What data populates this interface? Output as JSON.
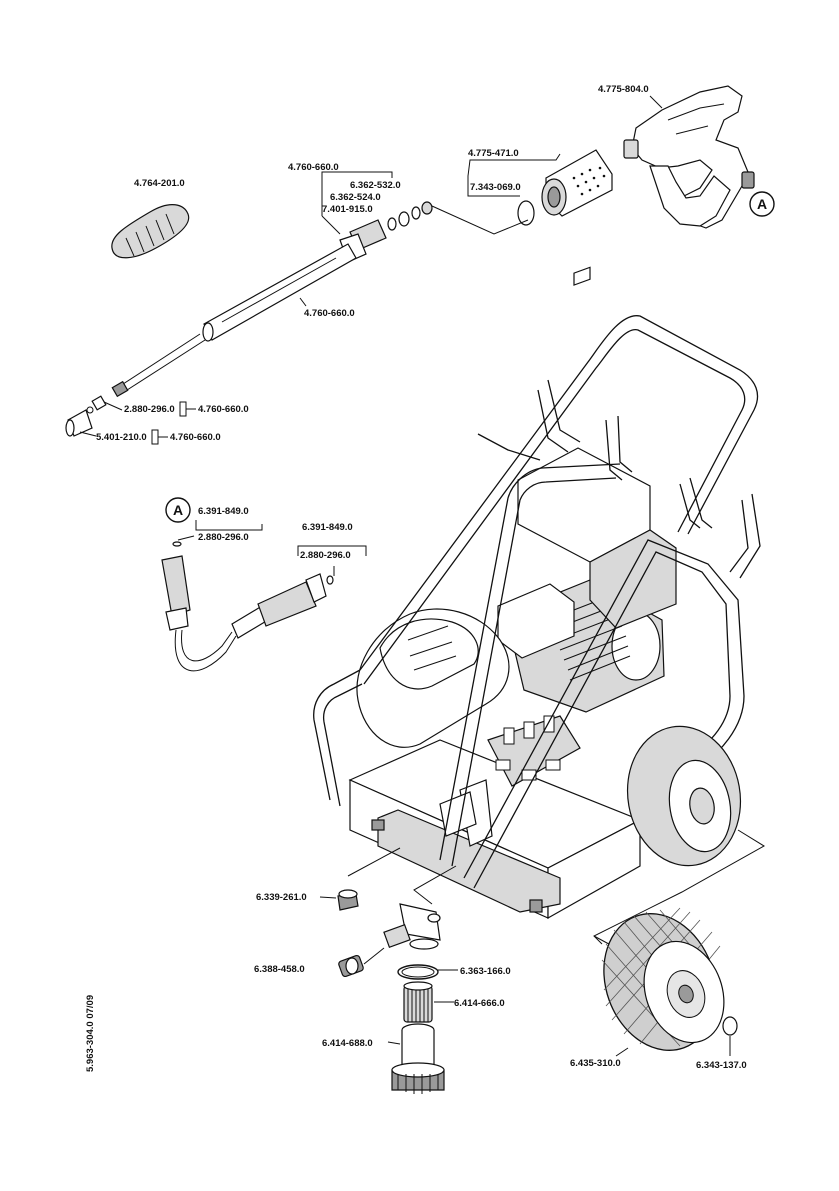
{
  "doc_code": "5.963-304.0  07/09",
  "connector_mark": "A",
  "labels": {
    "l_4775804": "4.775-804.0",
    "l_4775471": "4.775-471.0",
    "l_7343069": "7.343-069.0",
    "l_4760660_a": "4.760-660.0",
    "l_6362532": "6.362-532.0",
    "l_6362524": "6.362-524.0",
    "l_7401915": "7.401-915.0",
    "l_4764201": "4.764-201.0",
    "l_4760660_b": "4.760-660.0",
    "l_2880296_a": "2.880-296.0",
    "l_4760660_c": "4.760-660.0",
    "l_5401210": "5.401-210.0",
    "l_4760660_d": "4.760-660.0",
    "l_6391849_a": "6.391-849.0",
    "l_2880296_b": "2.880-296.0",
    "l_6391849_b": "6.391-849.0",
    "l_2880296_c": "2.880-296.0",
    "l_6339261": "6.339-261.0",
    "l_6388458": "6.388-458.0",
    "l_6363166": "6.363-166.0",
    "l_6414666": "6.414-666.0",
    "l_6414688": "6.414-688.0",
    "l_6435310": "6.435-310.0",
    "l_6343137": "6.343-137.0"
  }
}
